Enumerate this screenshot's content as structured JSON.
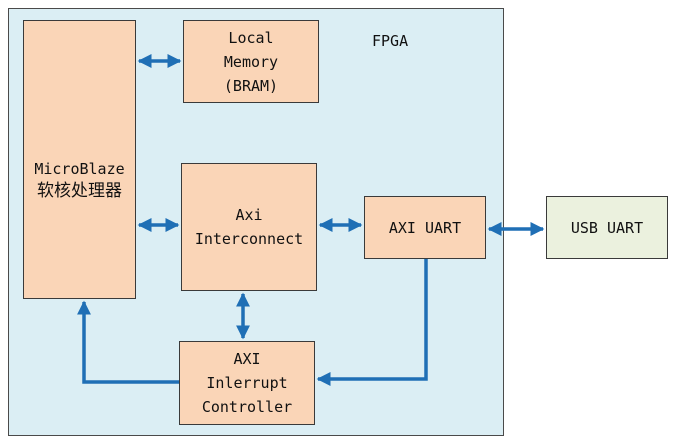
{
  "region_label": "FPGA",
  "blocks": {
    "microblaze": {
      "line1": "MicroBlaze",
      "line2": "软核处理器"
    },
    "local_memory": {
      "line1": "Local",
      "line2": "Memory",
      "line3": "(BRAM)"
    },
    "axi_interconnect": {
      "line1": "Axi",
      "line2": "Interconnect"
    },
    "axi_uart": {
      "line1": "AXI UART"
    },
    "usb_uart": {
      "line1": "USB UART"
    },
    "axi_interrupt": {
      "line1": "AXI",
      "line2": "Inlerrupt",
      "line3": "Controller"
    }
  },
  "colors": {
    "fpga_fill": "#dbeef4",
    "block_fill": "#fad5b7",
    "external_fill": "#ebf1de",
    "arrow": "#1f6fb5"
  }
}
